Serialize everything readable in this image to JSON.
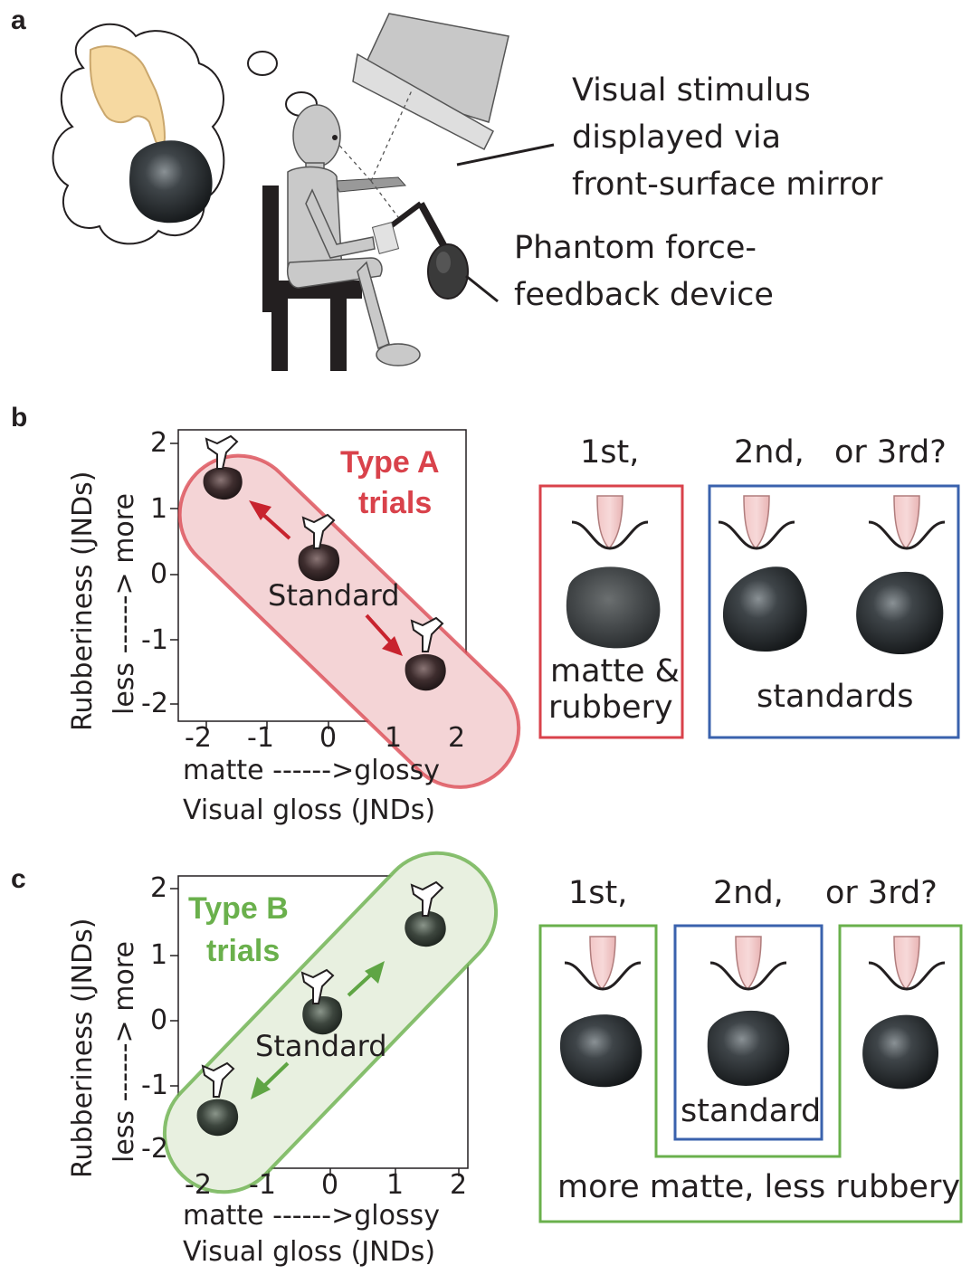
{
  "panel_a": {
    "letter": "a",
    "mirror_label": [
      "Visual stimulus",
      "displayed via",
      "front-surface mirror"
    ],
    "device_label": [
      "Phantom force-",
      "feedback device"
    ]
  },
  "panel_b": {
    "letter": "b",
    "plot": {
      "y_title_1": "Rubberiness (JNDs)",
      "y_title_2": "less ------> more",
      "x_title_1": "matte ------>glossy",
      "x_title_2": "Visual gloss (JNDs)",
      "x_ticks": [
        "-2",
        "-1",
        "0",
        "1",
        "2"
      ],
      "y_ticks": [
        "2",
        "1",
        "0",
        "-1",
        "-2"
      ],
      "trial_label_1": "Type A",
      "trial_label_2": "trials",
      "standard_label": "Standard",
      "band_color": "#d9424b"
    },
    "question": [
      "1st,",
      "2nd,",
      "or 3rd?"
    ],
    "odd_label": [
      "matte &",
      "rubbery"
    ],
    "standards_label": "standards"
  },
  "panel_c": {
    "letter": "c",
    "plot": {
      "y_title_1": "Rubberiness (JNDs)",
      "y_title_2": "less ------> more",
      "x_title_1": "matte ------>glossy",
      "x_title_2": "Visual gloss (JNDs)",
      "x_ticks": [
        "-2",
        "-1",
        "0",
        "1",
        "2"
      ],
      "y_ticks": [
        "2",
        "1",
        "0",
        "-1",
        "-2"
      ],
      "trial_label_1": "Type B",
      "trial_label_2": "trials",
      "standard_label": "Standard",
      "band_color": "#6ab04c"
    },
    "question": [
      "1st,",
      "2nd,",
      "or 3rd?"
    ],
    "standard_label": "standard",
    "odd_label": "more matte, less rubbery"
  },
  "colors": {
    "red": "#d9424b",
    "green": "#6ab04c",
    "blue": "#3a62ad",
    "stone": "#2f3336"
  }
}
